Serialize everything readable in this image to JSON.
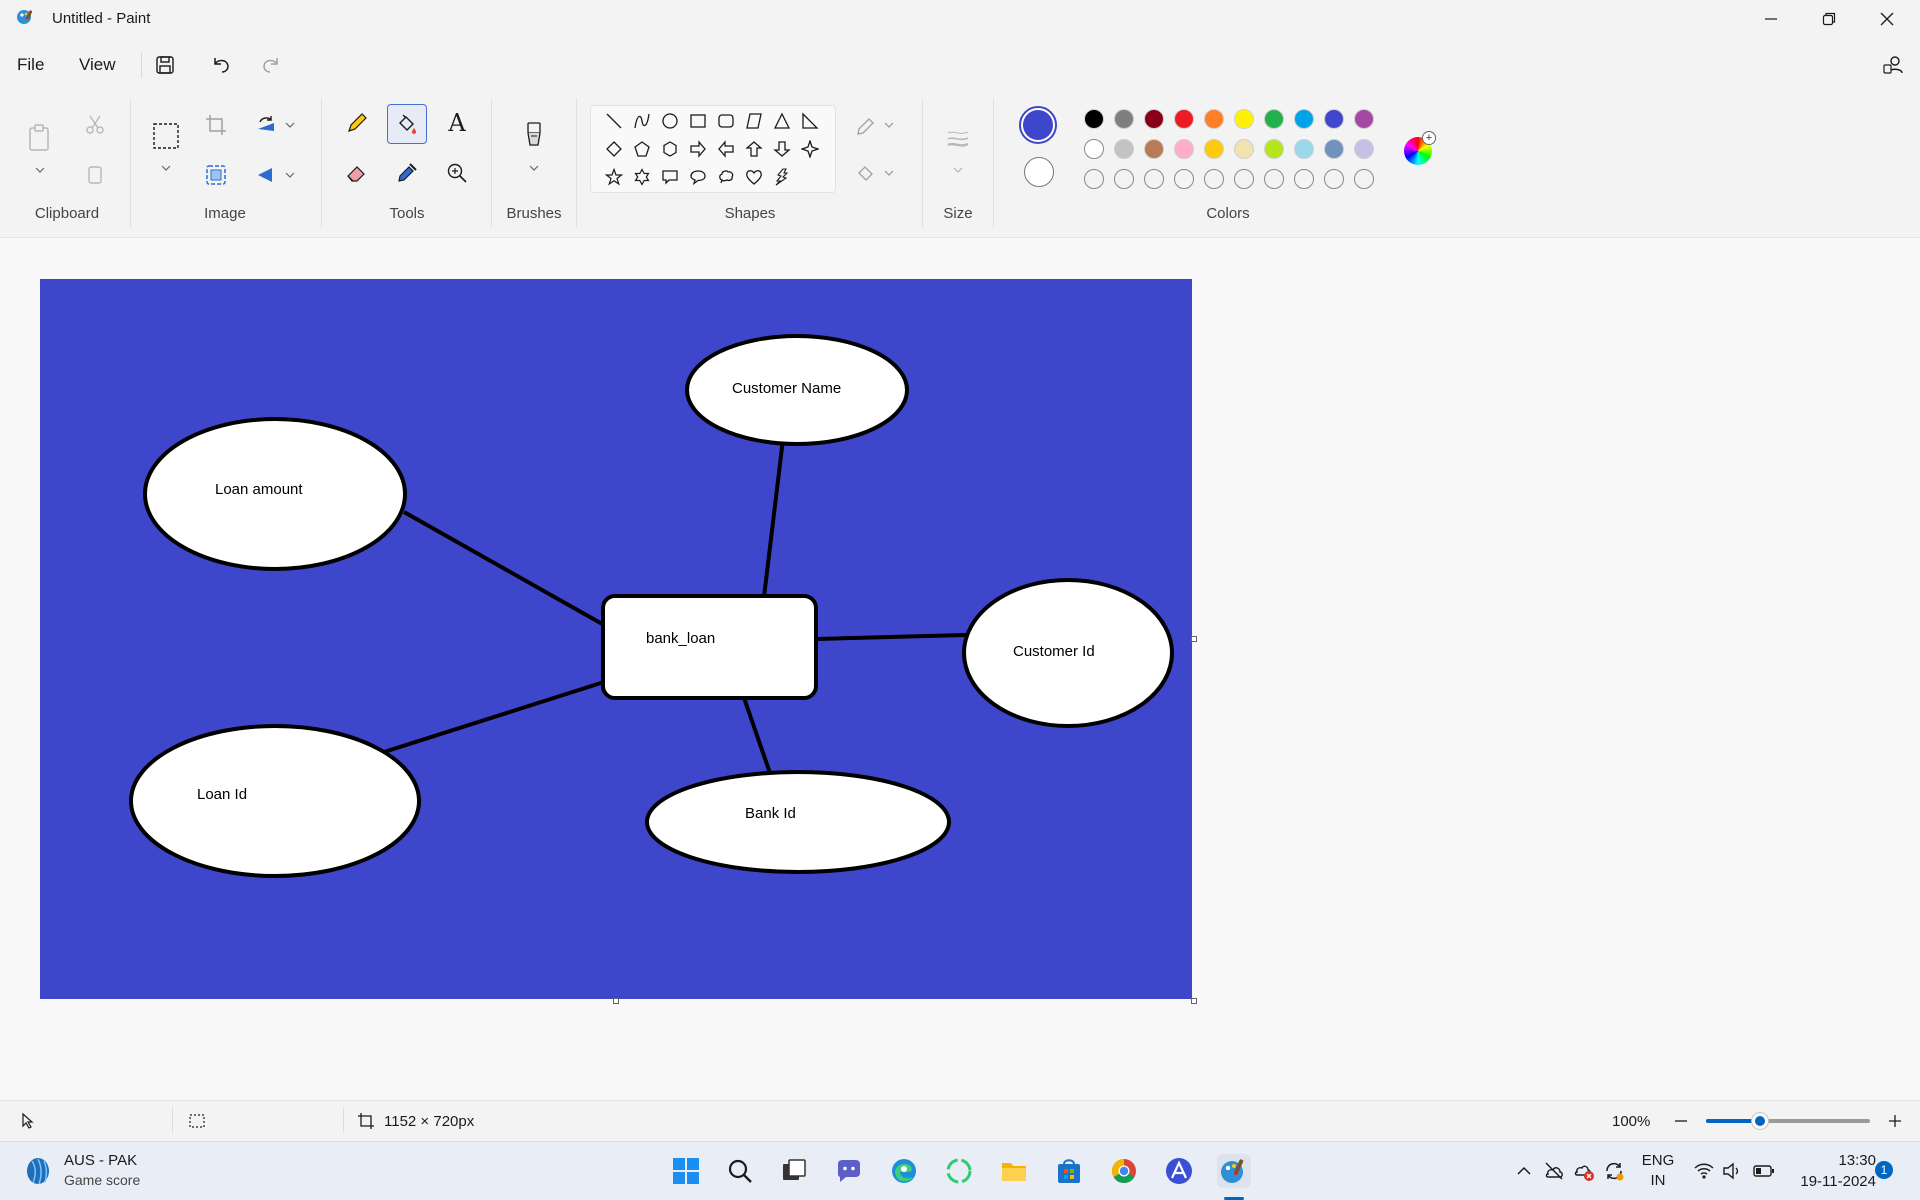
{
  "window": {
    "title": "Untitled - Paint"
  },
  "menu": {
    "file": "File",
    "view": "View"
  },
  "ribbon": {
    "groups": {
      "clipboard": "Clipboard",
      "image": "Image",
      "tools": "Tools",
      "brushes": "Brushes",
      "shapes": "Shapes",
      "size": "Size",
      "colors": "Colors"
    },
    "text_tool_glyph": "A",
    "primary_color": "#3e47cb",
    "secondary_color": "#ffffff",
    "palette_row1": [
      "#000000",
      "#7f7f7f",
      "#880015",
      "#ed1c24",
      "#ff7f27",
      "#fff200",
      "#22b14c",
      "#00a2e8",
      "#3f48cc",
      "#a349a4"
    ],
    "palette_row2": [
      "#ffffff",
      "#c3c3c3",
      "#b97a57",
      "#ffaec9",
      "#ffc90e",
      "#efe4b0",
      "#b5e61d",
      "#99d9ea",
      "#7092be",
      "#c8bfe7"
    ]
  },
  "canvas": {
    "background": "#3e47cb",
    "entity": "bank_loan",
    "attributes": {
      "customer_name": "Customer Name",
      "loan_amount": "Loan amount",
      "customer_id": "Customer Id",
      "loan_id": "Loan Id",
      "bank_id": "Bank Id"
    }
  },
  "status": {
    "canvas_size": "1152 × 720px",
    "zoom": "100%",
    "zoom_level": 0.33
  },
  "taskbar": {
    "widget_title": "AUS - PAK",
    "widget_subtitle": "Game score",
    "language_line1": "ENG",
    "language_line2": "IN",
    "time": "13:30",
    "date": "19-11-2024",
    "notification_count": "1"
  }
}
